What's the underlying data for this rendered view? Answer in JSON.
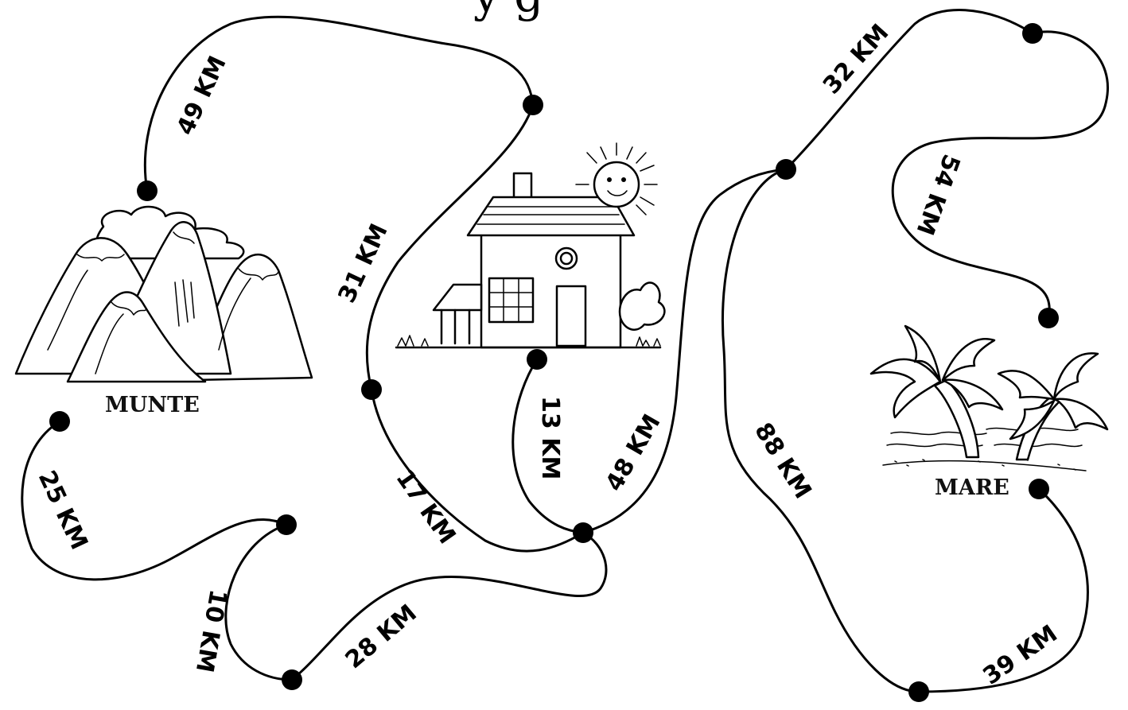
{
  "title_fragment": "y g",
  "places": {
    "mountain": "MUNTE",
    "sea": "MARE"
  },
  "distances": {
    "d49": "49 KM",
    "d31": "31 KM",
    "d17": "17 KM",
    "d13": "13 KM",
    "d48": "48 KM",
    "d25": "25 KM",
    "d10": "10 KM",
    "d28": "28 KM",
    "d32": "32 KM",
    "d54": "54 KM",
    "d88": "88 KM",
    "d39": "39 KM"
  },
  "icons": [
    "mountain-icon",
    "house-icon",
    "sun-icon",
    "palm-beach-icon"
  ]
}
